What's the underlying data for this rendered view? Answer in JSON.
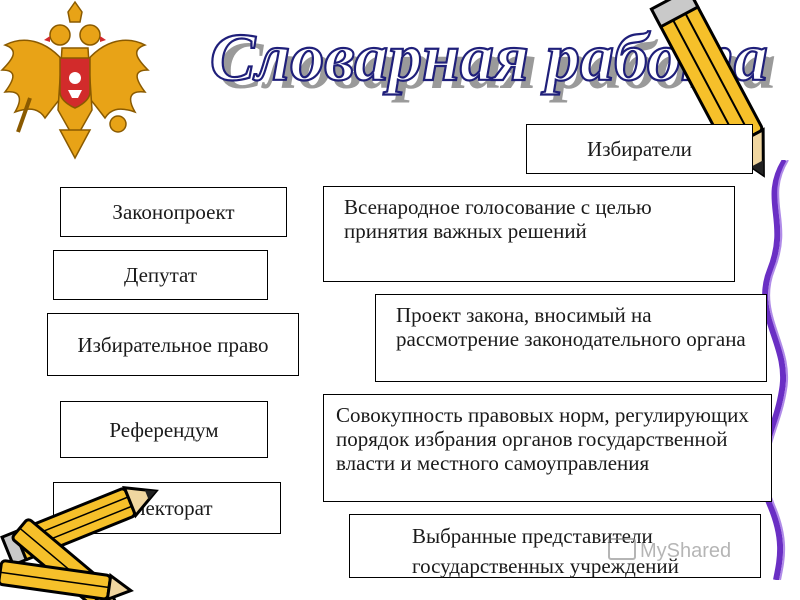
{
  "slide": {
    "title": "Словарная работа"
  },
  "terms": [
    "Законопроект",
    "Депутат",
    "Избирательное право",
    "Референдум",
    "Электорат"
  ],
  "definitions": [
    "Избиратели",
    "Всенародное голосование с целью принятия важных решений",
    "Проект закона, вносимый на рассмотрение законодательного органа",
    "Совокупность правовых норм, регулирующих порядок избрания органов государственной власти и местного самоуправления",
    "Выбранные представители государственных учреждений"
  ],
  "watermark": {
    "text": "MyShared"
  },
  "colors": {
    "title_fill": "#ffffff",
    "title_outline": "#1f1f7a",
    "title_shadow": "#9a9a9a",
    "emblem_gold": "#e8a317",
    "emblem_red": "#d22b2b",
    "pencil_yellow": "#f6c02a",
    "ribbon_purple": "#6a2fc4"
  },
  "icons": {
    "emblem": "russian-coat-of-arms-icon",
    "pencil": "pencil-icon",
    "ribbon": "purple-ribbon-icon"
  }
}
